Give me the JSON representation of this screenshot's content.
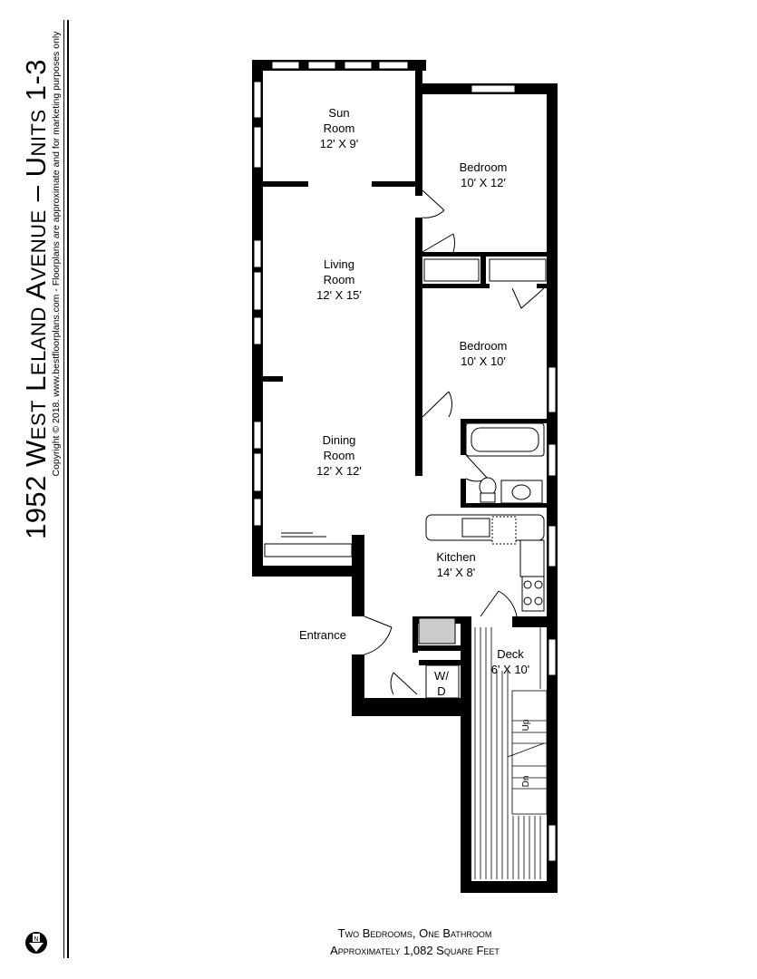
{
  "title": "1952 West Leland Avenue – Units 1-3",
  "copyright": "Copyright © 2018. www.bestfloorplans.com - Floorplans are approximate and for marketing purposes only",
  "rooms": {
    "sun_room": {
      "name_1": "Sun",
      "name_2": "Room",
      "size": "12' X 9'"
    },
    "bedroom_1": {
      "name": "Bedroom",
      "size": "10' X 12'"
    },
    "living_room": {
      "name_1": "Living",
      "name_2": "Room",
      "size": "12' X 15'"
    },
    "bedroom_2": {
      "name": "Bedroom",
      "size": "10' X 10'"
    },
    "dining_room": {
      "name_1": "Dining",
      "name_2": "Room",
      "size": "12' X 12'"
    },
    "kitchen": {
      "name": "Kitchen",
      "size": "14' X 8'"
    },
    "entrance": {
      "name": "Entrance"
    },
    "deck": {
      "name": "Deck",
      "size": "6' X 10'"
    },
    "washer_dryer": {
      "line_1": "W/",
      "line_2": "D"
    },
    "stairs": {
      "up": "Up",
      "down": "Dn"
    }
  },
  "compass": {
    "label": "N"
  },
  "footer": {
    "line_1": "Two Bedrooms, One Bathroom",
    "line_2": "Approximately 1,082 Square Feet"
  }
}
